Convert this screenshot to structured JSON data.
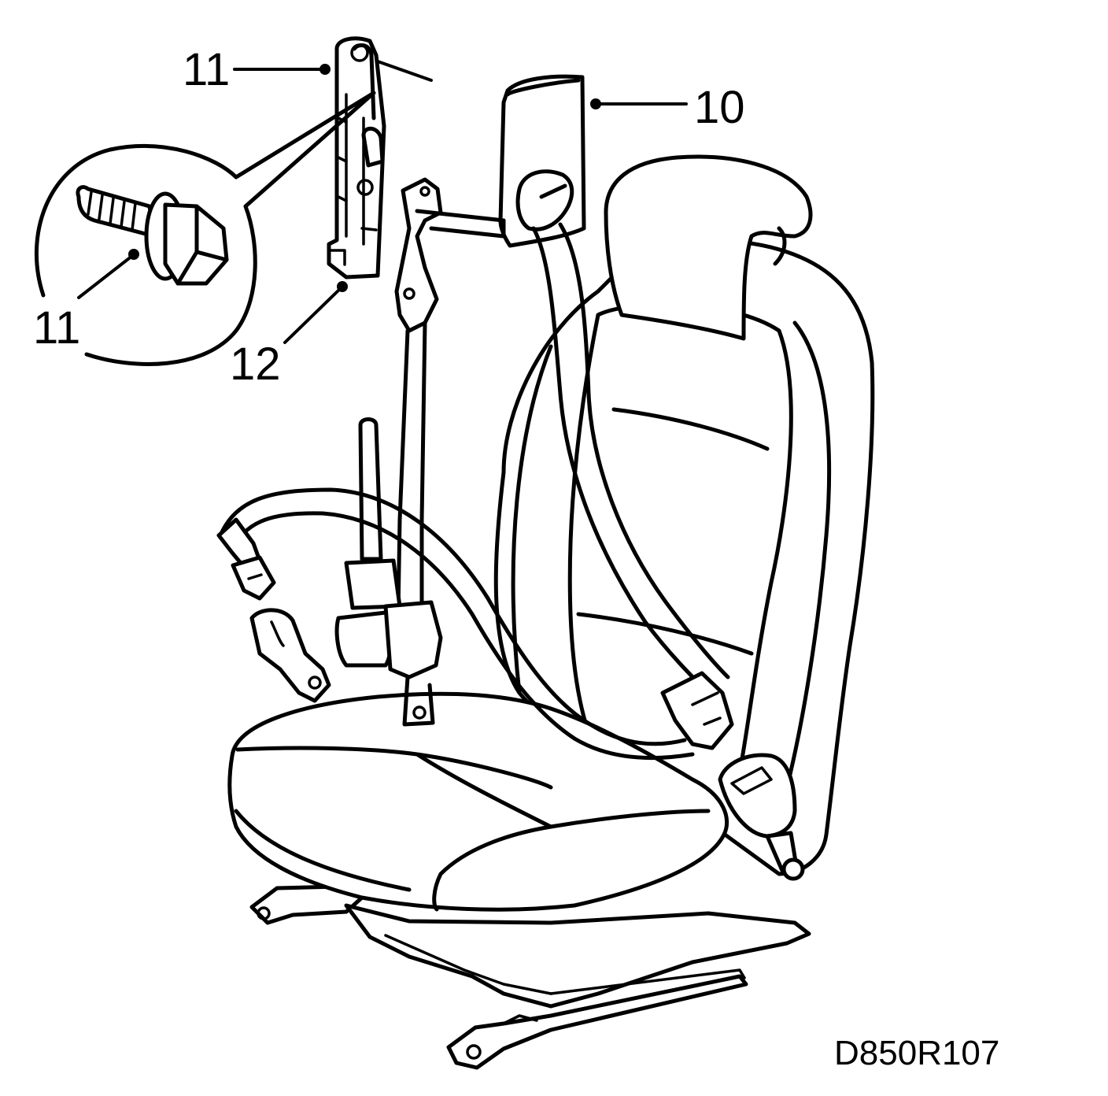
{
  "callouts": {
    "top_left": "11",
    "inset": "11",
    "guide": "12",
    "guide_cover": "10"
  },
  "reference_code": "D850R107",
  "colors": {
    "line": "#000000",
    "background": "#ffffff"
  }
}
